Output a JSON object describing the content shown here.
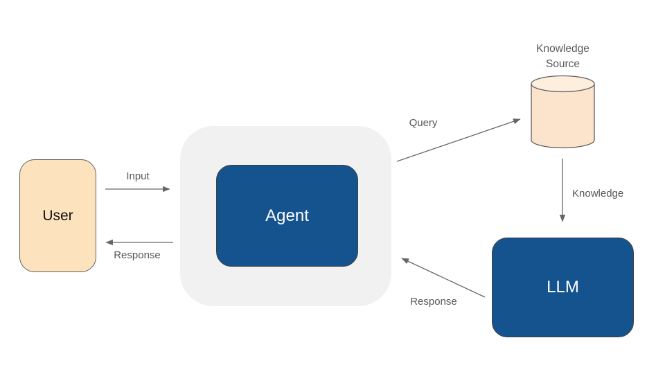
{
  "diagram": {
    "title": "",
    "background": "#ffffff",
    "nodes": {
      "user": {
        "label": "User",
        "shape": "rounded-rect",
        "fill": "#fde3bd",
        "border": "#5f5f5f",
        "text_color": "#111111"
      },
      "agent_container": {
        "shape": "rounded-rect",
        "fill": "#f1f1f2"
      },
      "agent": {
        "label": "Agent",
        "shape": "rounded-rect",
        "fill": "#15538f",
        "border": "#404040",
        "text_color": "#ffffff"
      },
      "knowledge_source": {
        "label": "Knowledge Source",
        "shape": "cylinder",
        "fill": "#fbe3cc",
        "top_fill": "#fdeede",
        "border": "#5f5f5f",
        "label_color": "#58585a"
      },
      "llm": {
        "label": "LLM",
        "shape": "rounded-rect",
        "fill": "#15538f",
        "border": "#404040",
        "text_color": "#ffffff"
      }
    },
    "edges": {
      "arrow_color": "#666666",
      "label_color": "#57575a",
      "input": {
        "label": "Input",
        "from": "user",
        "to": "agent"
      },
      "response_to_user": {
        "label": "Response",
        "from": "agent",
        "to": "user"
      },
      "query": {
        "label": "Query",
        "from": "agent",
        "to": "knowledge_source"
      },
      "knowledge": {
        "label": "Knowledge",
        "from": "knowledge_source",
        "to": "llm"
      },
      "response_from_llm": {
        "label": "Response",
        "from": "llm",
        "to": "agent"
      }
    }
  }
}
